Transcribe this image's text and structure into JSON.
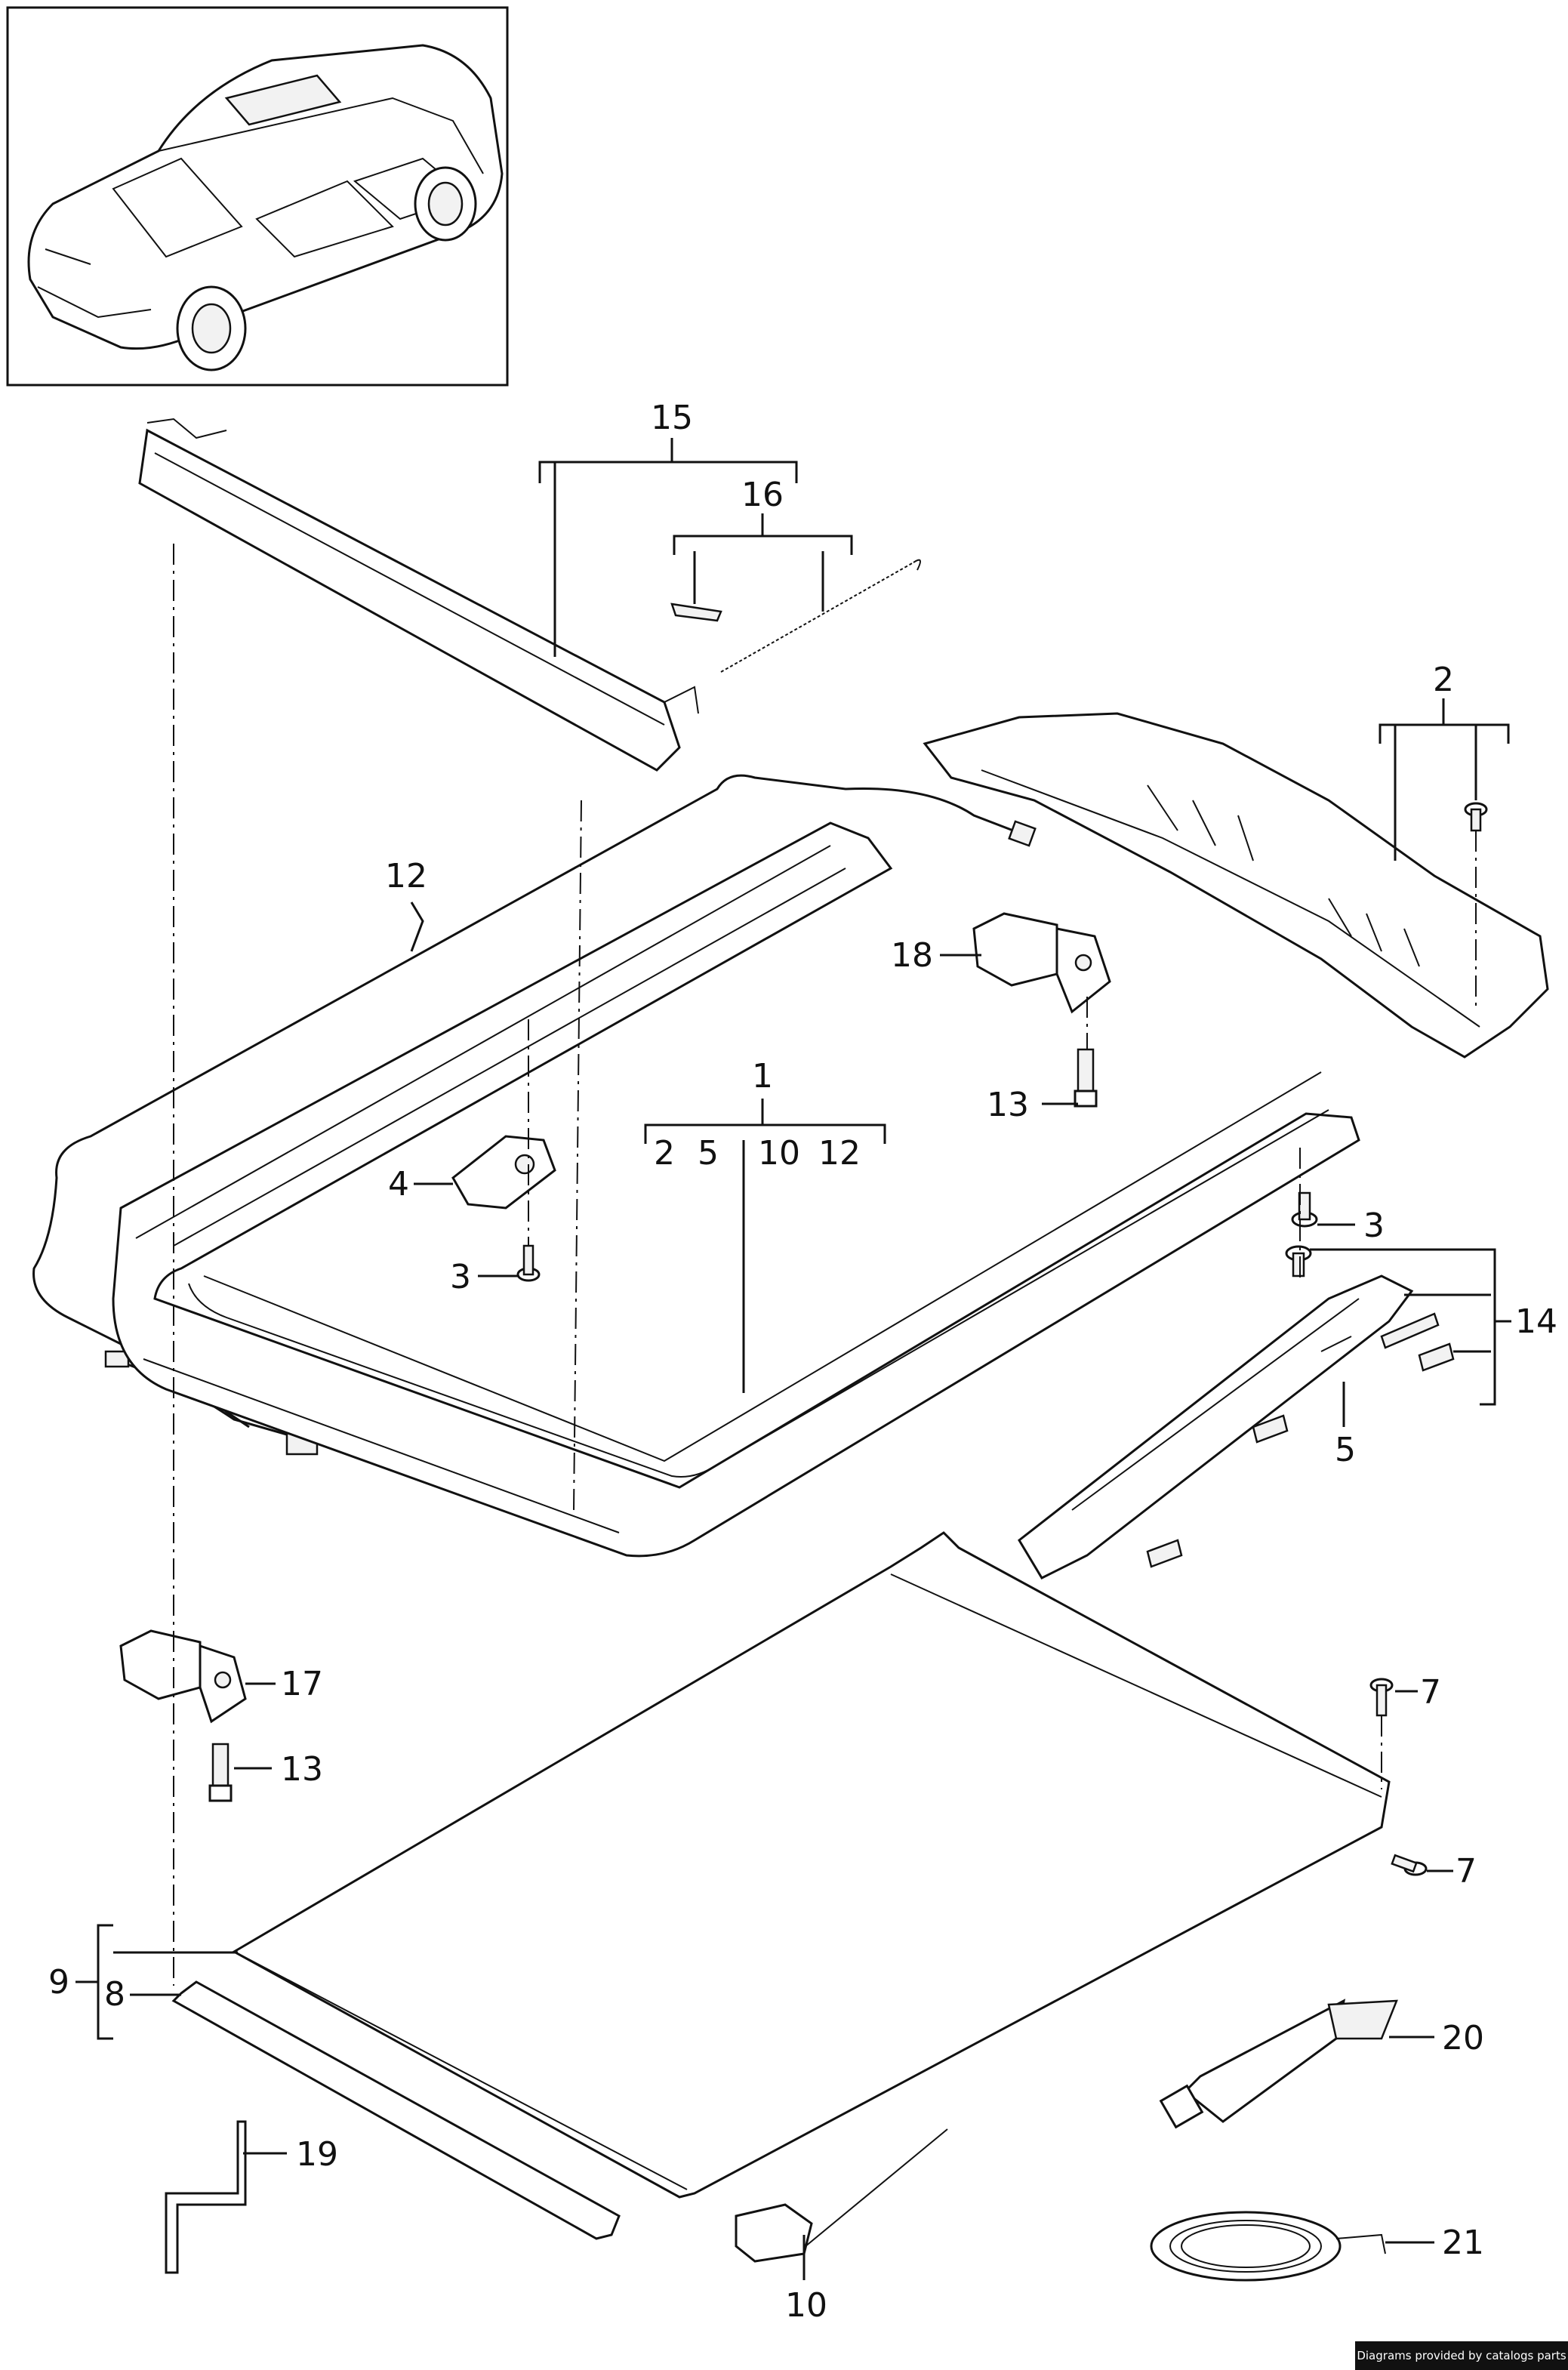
{
  "callouts": {
    "c1": "1",
    "c1_sub": [
      "2",
      "5",
      "10",
      "12"
    ],
    "c2": "2",
    "c3a": "3",
    "c3b": "3",
    "c4": "4",
    "c5": "5",
    "c7a": "7",
    "c7b": "7",
    "c8": "8",
    "c9": "9",
    "c10": "10",
    "c12": "12",
    "c13a": "13",
    "c13b": "13",
    "c14": "14",
    "c15": "15",
    "c16": "16",
    "c17": "17",
    "c18": "18",
    "c19": "19",
    "c20": "20",
    "c21": "21"
  },
  "credit": "Diagrams provided by catalogs parts"
}
